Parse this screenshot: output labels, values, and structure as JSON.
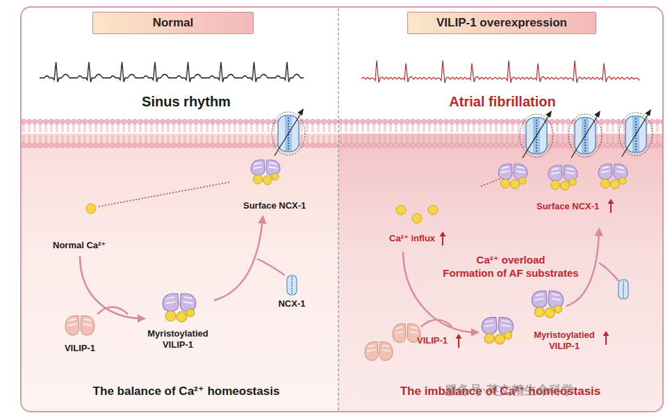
{
  "diagram": {
    "nodes": [
      {
        "text": [
          "Normal"
        ]
      },
      {
        "text": [
          "VILIP-1 overexpression"
        ]
      }
    ],
    "labels": [
      "Sinus rhythm",
      "Surface NCX-1",
      "Normal Ca²⁺",
      "VILIP-1",
      "Myristoylatied VILIP-1",
      "NCX-1",
      "The balance of Ca²⁺ homeostasis",
      "Atrial fibrillation",
      "Surface NCX-1",
      "Ca²⁺ influx",
      "Ca²⁺ overload",
      "Formation of AF substrates",
      "VILIP-1",
      "Myristoylatied VILIP-1",
      "The imbalance of Ca²⁺ homeostasis",
      "服务号·英文精生命科学"
    ]
  }
}
